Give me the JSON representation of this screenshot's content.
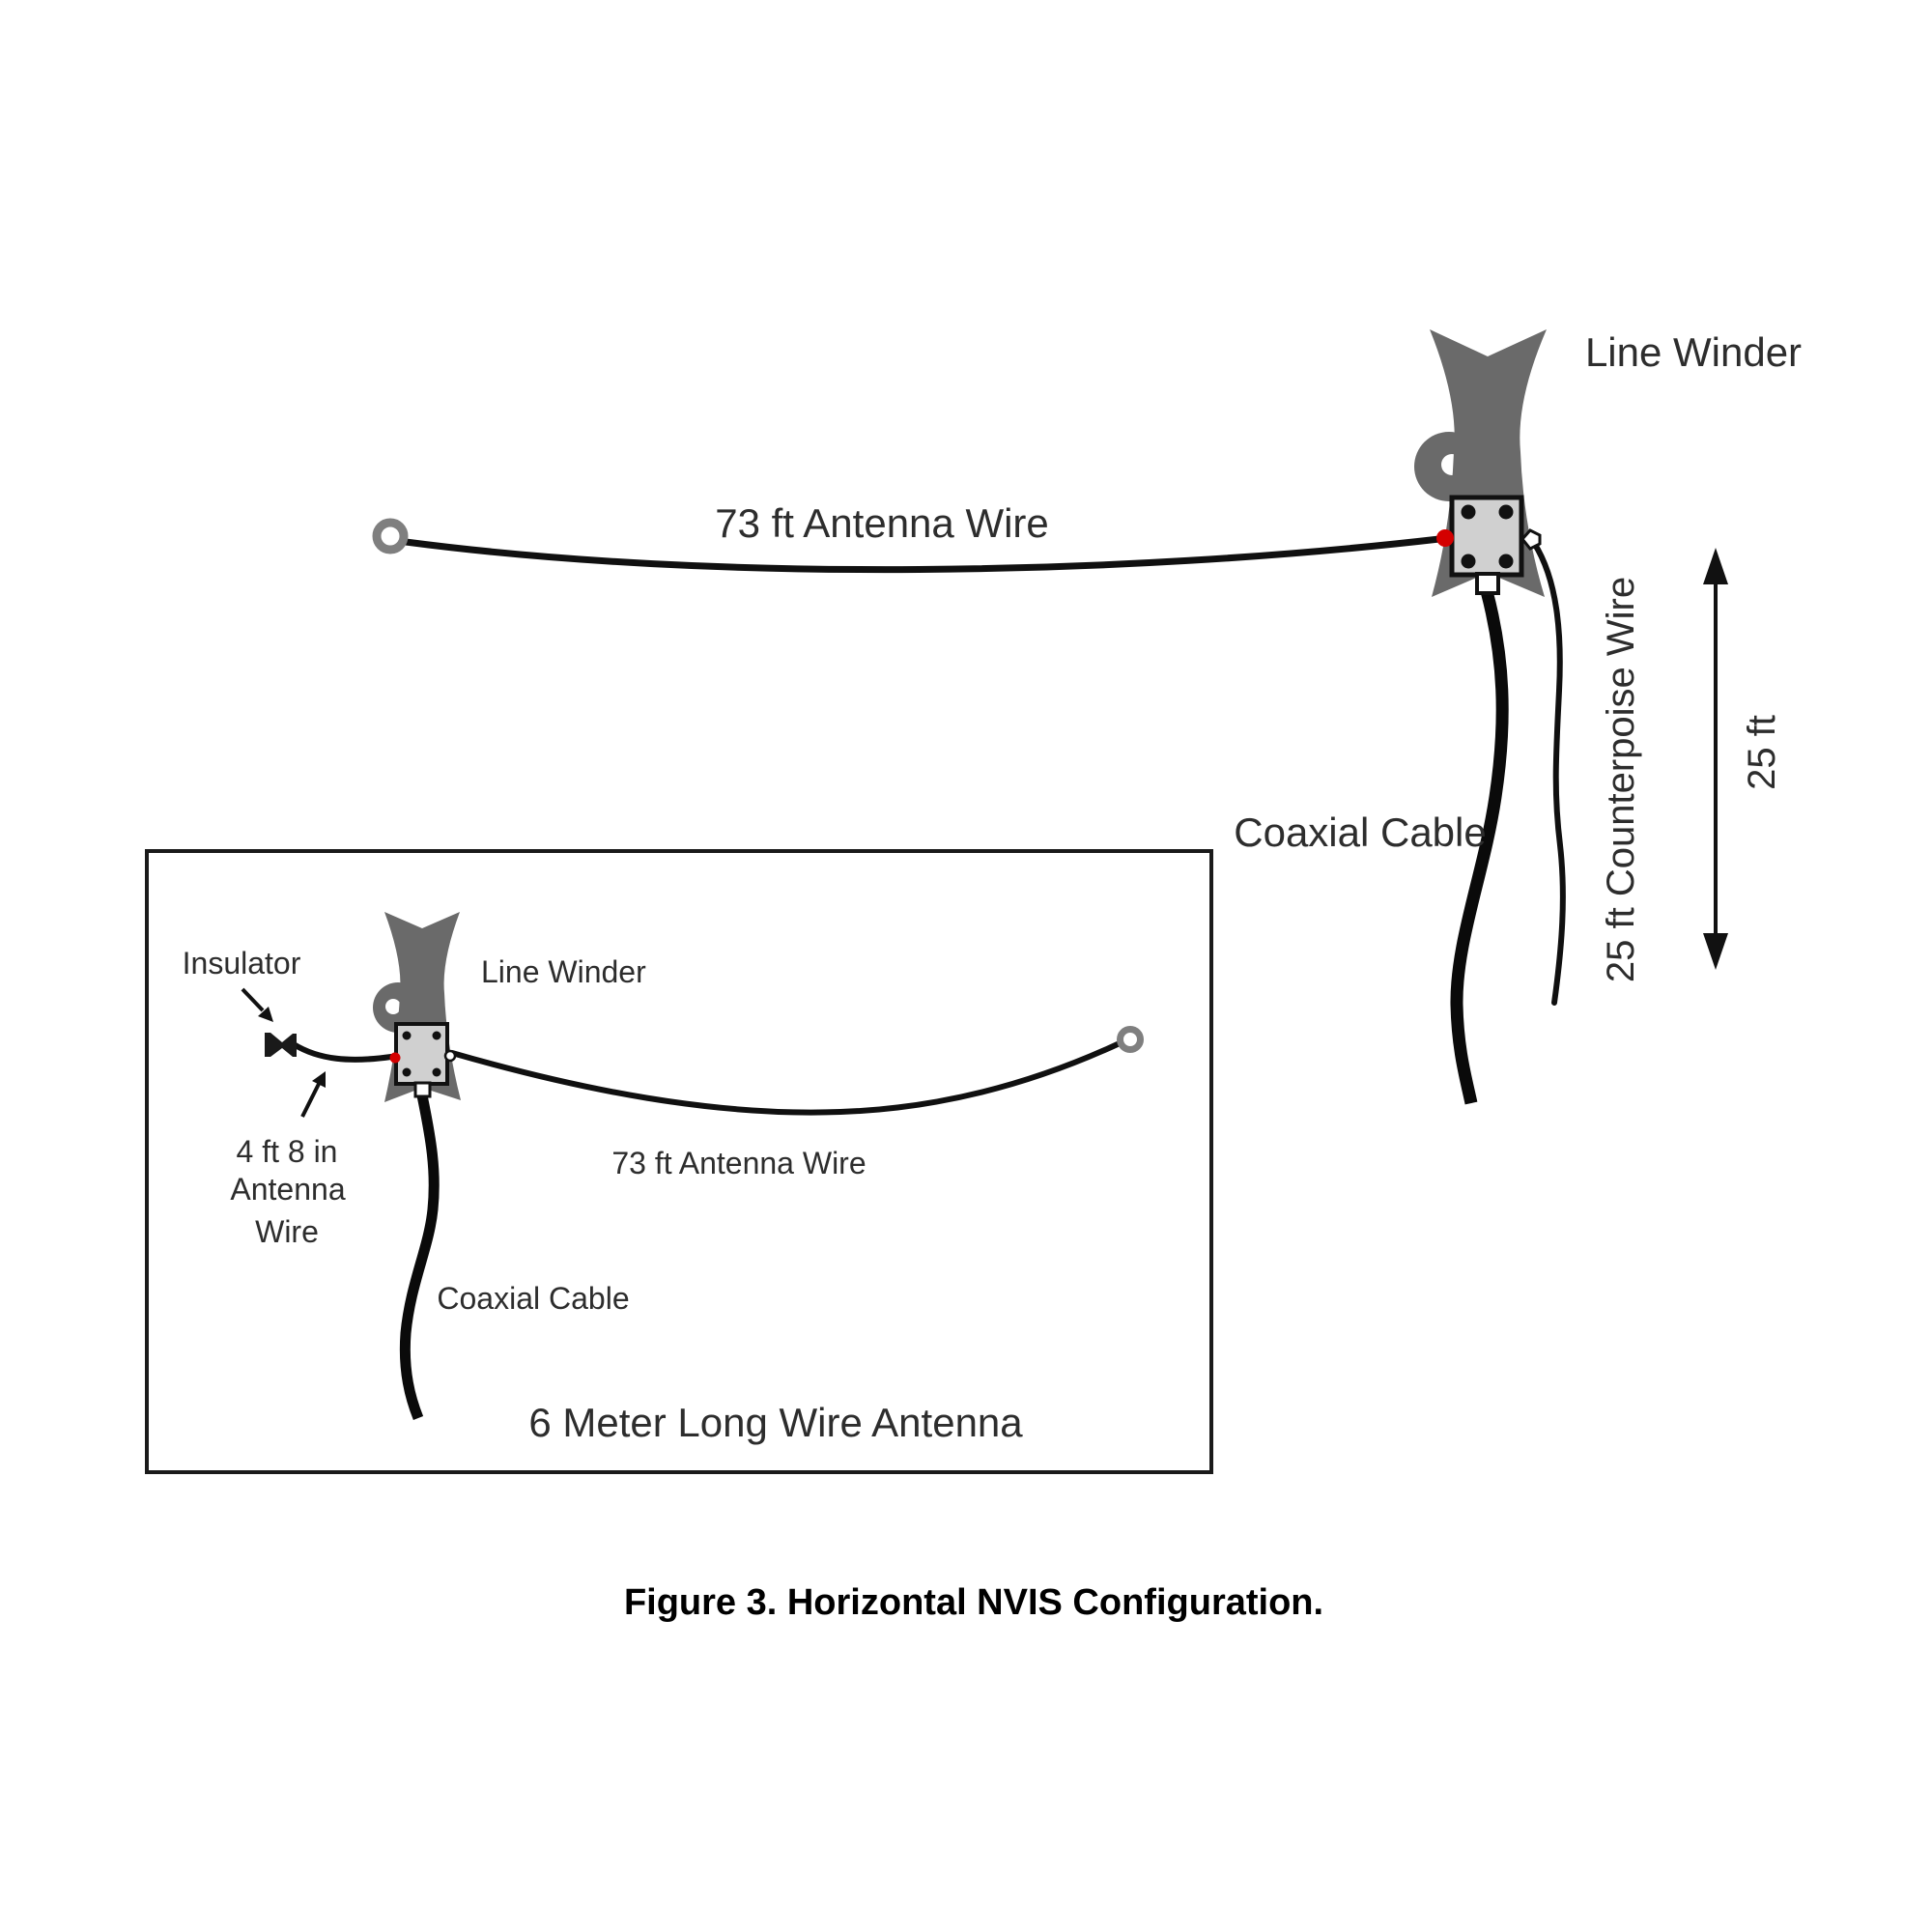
{
  "figure": {
    "caption": "Figure 3. Horizontal NVIS Configuration."
  },
  "main_diagram": {
    "line_winder_label": "Line Winder",
    "antenna_wire_label": "73 ft Antenna Wire",
    "coaxial_cable_label": "Coaxial Cable",
    "counterpoise_wire_label": "25 ft Counterpoise Wire",
    "height_dimension_label": "25 ft"
  },
  "inset_diagram": {
    "title": "6 Meter Long Wire Antenna",
    "insulator_label": "Insulator",
    "line_winder_label": "Line Winder",
    "antenna_wire_label": "73 ft Antenna Wire",
    "feed_wire_label_line1": "4 ft 8 in",
    "feed_wire_label_line2": "Antenna",
    "feed_wire_label_line3": "Wire",
    "coaxial_cable_label": "Coaxial Cable"
  },
  "colors": {
    "winder_gray": "#6a6a6a",
    "balun_box_fill": "#d0d0d0",
    "connector_red": "#d40000",
    "ring_gray": "#7f7f7f",
    "wire_black": "#101010",
    "label_gray": "#2d2d2d"
  }
}
